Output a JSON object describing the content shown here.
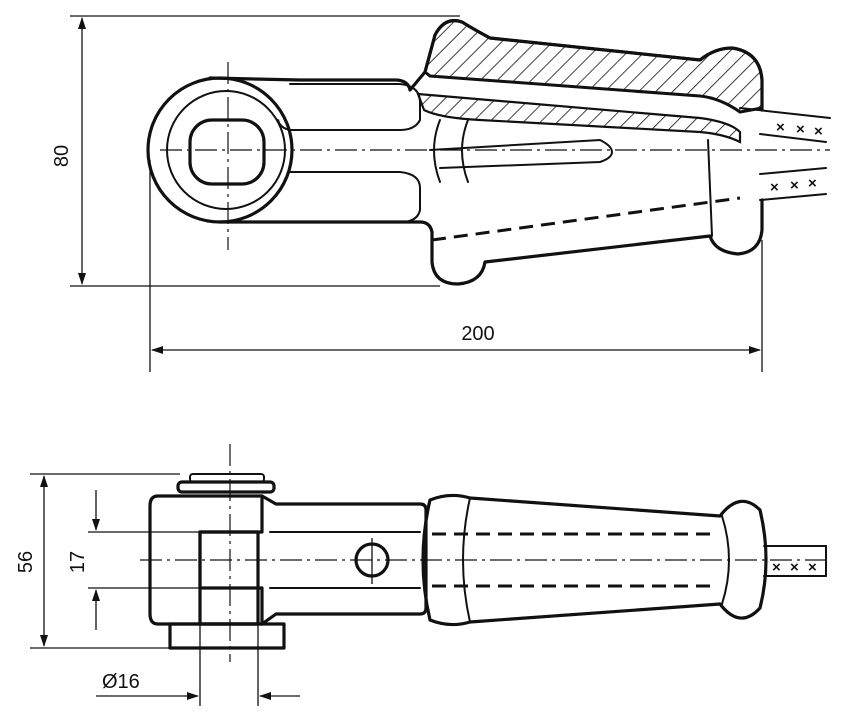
{
  "dimensions": {
    "height_top": "80",
    "length_top": "200",
    "height_bottom": "56",
    "inner_bottom": "17",
    "diameter": "Ø16"
  },
  "rope_marks": {
    "symbol": "×"
  }
}
